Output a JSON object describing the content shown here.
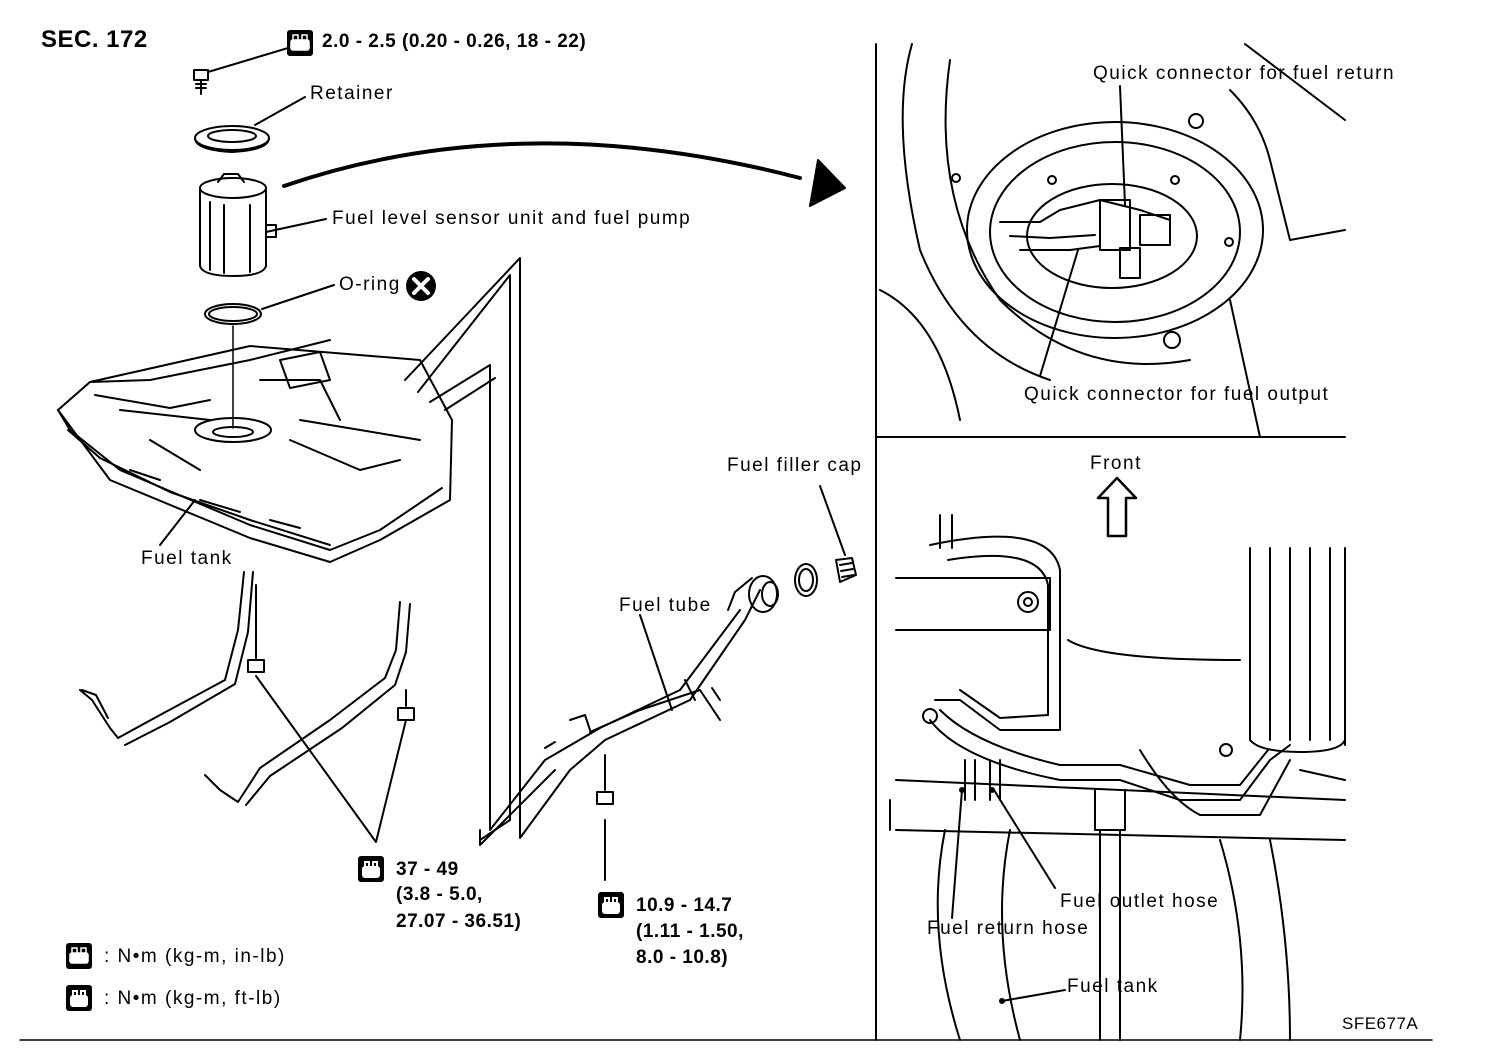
{
  "section": "SEC. 172",
  "torque_top": "2.0 - 2.5 (0.20 - 0.26, 18 - 22)",
  "labels": {
    "retainer": "Retainer",
    "sensor_pump": "Fuel level sensor unit and fuel pump",
    "oring": "O-ring",
    "fuel_tank": "Fuel tank",
    "filler_cap": "Fuel filler cap",
    "fuel_tube": "Fuel tube"
  },
  "torque_strap": [
    "37 - 49",
    "(3.8 - 5.0,",
    "27.07 - 36.51)"
  ],
  "torque_tube": [
    "10.9 - 14.7",
    "(1.11 - 1.50,",
    "8.0 - 10.8)"
  ],
  "legend": {
    "nm_inlb": ": N•m (kg-m, in-lb)",
    "nm_ftlb": ": N•m (kg-m, ft-lb)"
  },
  "top_right": {
    "quick_return": "Quick connector for fuel return",
    "quick_output": "Quick connector for fuel output"
  },
  "bottom_right": {
    "front": "Front",
    "outlet_hose": "Fuel outlet hose",
    "return_hose": "Fuel return hose",
    "fuel_tank": "Fuel tank"
  },
  "figure_code": "SFE677A",
  "icons": {
    "torque_inlb": "torque-wrench-filled-icon",
    "torque_ftlb": "torque-wrench-outline-icon",
    "replace": "do-not-reuse-x-icon",
    "front_arrow": "up-arrow-icon"
  }
}
